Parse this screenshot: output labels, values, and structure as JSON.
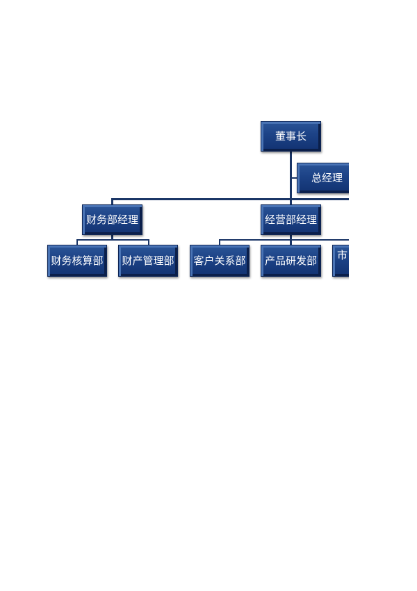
{
  "org_chart": {
    "root": "董事长",
    "assistant": "总经理",
    "managers": [
      "财务部经理",
      "经营部经理"
    ],
    "finance_departments": [
      "财务核算部",
      "财产管理部"
    ],
    "operations_departments": [
      "客户关系部",
      "产品研发部",
      "市"
    ]
  },
  "colors": {
    "box": "#1c4286",
    "line": "#1a3566"
  }
}
